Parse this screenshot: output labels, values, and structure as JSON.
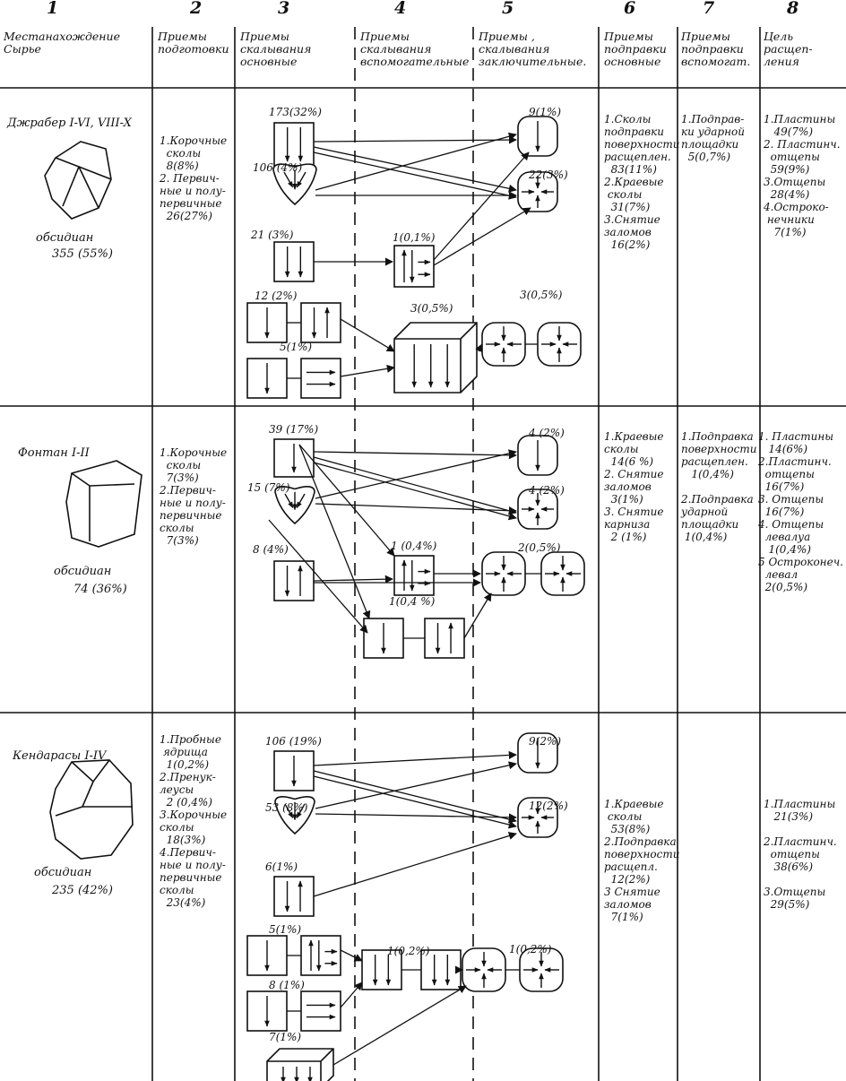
{
  "columns": [
    {
      "num": "1",
      "header": "Местанахождение\nСырье"
    },
    {
      "num": "2",
      "header": "Приемы\nподготовки"
    },
    {
      "num": "3",
      "header": "Приемы\nскалывания\nосновные"
    },
    {
      "num": "4",
      "header": "Приемы\nскалывания\nвспомогательные"
    },
    {
      "num": "5",
      "header": "Приемы ,\nскалывания\nзаключительные."
    },
    {
      "num": "6",
      "header": "Приемы\nподправки\nосновные"
    },
    {
      "num": "7",
      "header": "Приемы\nподправки\nвспомогат."
    },
    {
      "num": "8",
      "header": "Цель\nрасщеп-\nления"
    }
  ],
  "sites": [
    {
      "name": "Джрабер I-VI, VIII-X",
      "material": "обсидиан",
      "count": "355 (55%)",
      "prep": "1.Корочные\n  сколы\n  8(8%)\n2. Первич-\nные и полу-\nпервичные\n  26(27%)",
      "main_labels": [
        "173(32%)",
        "106 (4%)",
        "21 (3%)",
        "12 (2%)",
        "5(1%)"
      ],
      "aux_labels": [
        "1(0,1%)",
        "3(0,5%)"
      ],
      "final_labels": [
        "9(1%)",
        "22(3%)",
        "3(0,5%)"
      ],
      "retouch_main": "1.Сколы\nподправки\nповерхности\nрасщеплен.\n  83(11%)\n2.Краевые\n сколы\n  31(7%)\n3.Снятие\nзаломов\n  16(2%)",
      "retouch_aux": "1.Подправ-\nки ударной\nплощадки\n  5(0,7%)",
      "goal": "1.Пластины\n   49(7%)\n2. Пластинч.\n  отщепы\n  59(9%)\n3.Отщепы\n  28(4%)\n4.Остроко-\n нечники\n   7(1%)"
    },
    {
      "name": "Фонтан I-II",
      "material": "обсидиан",
      "count": "74 (36%)",
      "prep": "1.Корочные\n  сколы\n  7(3%)\n2.Первич-\nные и полу-\nпервичные\nсколы\n  7(3%)",
      "main_labels": [
        "39 (17%)",
        "15 (7%)",
        "8 (4%)"
      ],
      "aux_labels": [
        "1 (0,4%)",
        "1(0,4 %)"
      ],
      "final_labels": [
        "4 (2%)",
        "4 (2%)",
        "2(0,5%)"
      ],
      "retouch_main": "1.Краевые\nсколы\n  14(6 %)\n2. Снятие\nзаломов\n  3(1%)\n3. Снятие\nкарниза\n  2 (1%)",
      "retouch_aux": "1.Подправка\nповерхности\nрасщеплен.\n   1(0,4%)\n\n2.Подправка\nударной\nплощадки\n 1(0,4%)",
      "goal": "1. Пластины\n   14(6%)\n2.Пластинч.\n  отщепы\n  16(7%)\n3. Отщепы\n  16(7%)\n4. Отщепы\n  левалуа\n   1(0,4%)\n5 Остроконеч.\n  левал\n  2(0,5%)"
    },
    {
      "name": "Кендарасы I-IV",
      "material": "обсидиан",
      "count": "235 (42%)",
      "prep": "1.Пробные\n ядрища\n  1(0,2%)\n2.Пренук-\nлеусы\n  2 (0,4%)\n3.Корочные\nсколы\n  18(3%)\n4.Первич-\nные и полу-\nпервичные\nсколы\n  23(4%)",
      "main_labels": [
        "106 (19%)",
        "53 (8%)",
        "6(1%)",
        "5(1%)",
        "8 (1%)",
        "7(1%)"
      ],
      "aux_labels": [
        "1(0,2%)"
      ],
      "final_labels": [
        "9(2%)",
        "12(2%)",
        "1(0,2%)"
      ],
      "retouch_main": "1.Краевые\n сколы\n  53(8%)\n2.Подправка\nповерхности\nрасщепл.\n  12(2%)\n3 Снятие\nзаломов\n  7(1%)",
      "retouch_aux": "",
      "goal": "1.Пластины\n   21(3%)\n\n2.Пластинч.\n  отщепы\n   38(6%)\n\n3.Отщепы\n  29(5%)"
    }
  ]
}
